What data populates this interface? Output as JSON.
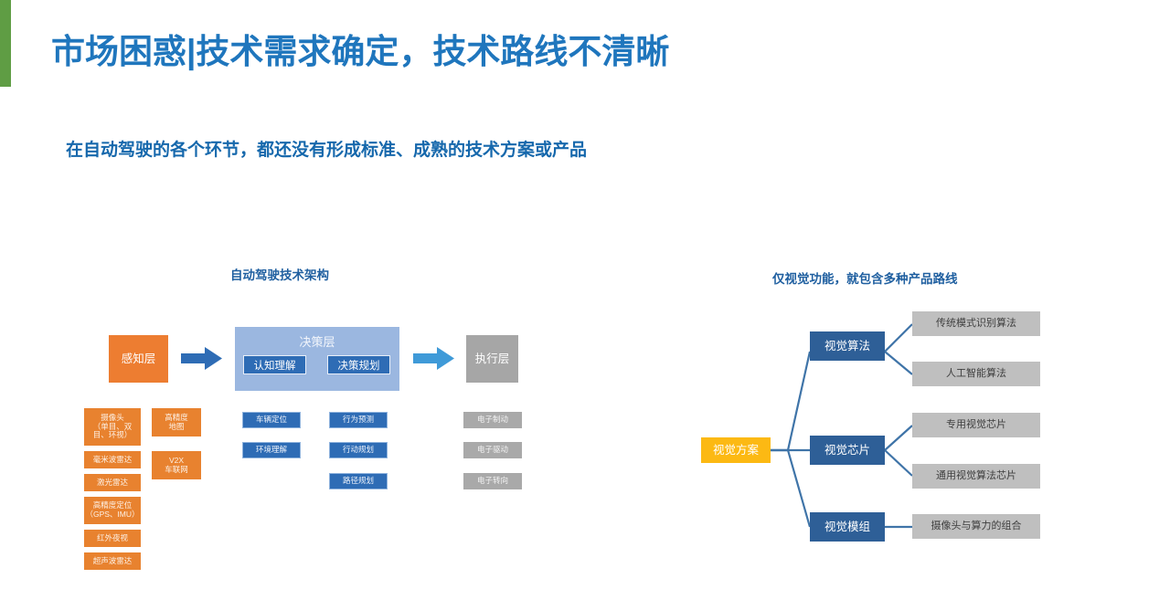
{
  "slide": {
    "title": "市场困惑|技术需求确定，技术路线不清晰",
    "subtitle": "在自动驾驶的各个环节，都还没有形成标准、成熟的技术方案或产品",
    "accent_green": "#5f9d44",
    "accent_blue": "#1f76bd"
  },
  "left_diagram": {
    "title": "自动驾驶技术架构",
    "layers": {
      "perception": "感知层",
      "decision": "决策层",
      "execution": "执行层"
    },
    "decision_subnodes": [
      "认知理解",
      "决策规划"
    ],
    "perception_items_col1": [
      "摄像头\n（单目、双\n目、环视）",
      "毫米波雷达",
      "激光雷达",
      "高精度定位\n（GPS、IMU）",
      "红外夜视",
      "超声波雷达"
    ],
    "perception_items_col2": [
      "高精度\n地图",
      "V2X\n车联网"
    ],
    "decision_items_col1": [
      "车辆定位",
      "环境理解"
    ],
    "decision_items_col2": [
      "行为预测",
      "行动规划",
      "路径规划"
    ],
    "execution_items": [
      "电子制动",
      "电子驱动",
      "电子转向"
    ],
    "colors": {
      "perception": "#ed7d31",
      "decision_panel": "#9bb7e0",
      "decision_node": "#2e6cb5",
      "execution": "#a6a6a6",
      "arrow_dark": "#2e6cb5",
      "arrow_light": "#3f9ad8"
    }
  },
  "right_diagram": {
    "title": "仅视觉功能，就包含多种产品路线",
    "root": "视觉方案",
    "branches": [
      {
        "label": "视觉算法",
        "leaves": [
          "传统模式识别算法",
          "人工智能算法"
        ]
      },
      {
        "label": "视觉芯片",
        "leaves": [
          "专用视觉芯片",
          "通用视觉算法芯片"
        ]
      },
      {
        "label": "视觉模组",
        "leaves": [
          "摄像头与算力的组合"
        ]
      }
    ],
    "colors": {
      "root": "#fcb913",
      "branch": "#2e5f97",
      "leaf": "#bfbfbf",
      "connector": "#3f74a8"
    }
  }
}
